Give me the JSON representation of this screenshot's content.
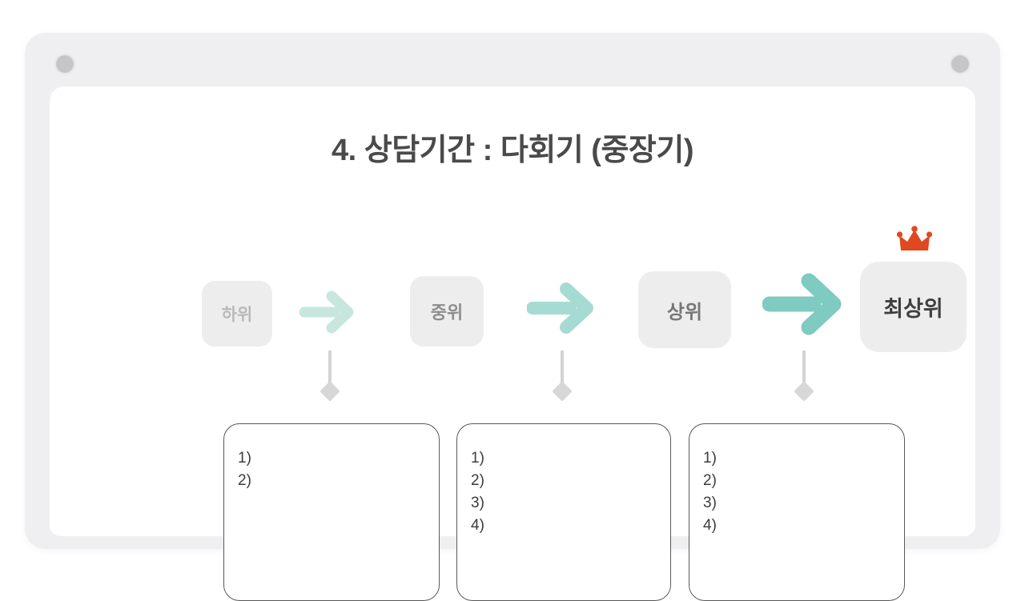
{
  "window": {
    "frame_color": "#efeff1",
    "page_color": "#ffffff",
    "dot_left_name": "frame-dot-left",
    "dot_right_name": "frame-dot-right"
  },
  "slide": {
    "title": "4. 상담기간 : 다회기 (중장기)",
    "title_color": "#4a4a4a"
  },
  "levels": [
    {
      "label": "하위",
      "text_color": "#b9b9b9",
      "box_color": "#ededee",
      "crown": false
    },
    {
      "label": "중위",
      "text_color": "#8d8d8d",
      "box_color": "#ededee",
      "crown": false
    },
    {
      "label": "상위",
      "text_color": "#777777",
      "box_color": "#ededee",
      "crown": false
    },
    {
      "label": "최상위",
      "text_color": "#3f3f3f",
      "box_color": "#ededee",
      "crown": true
    }
  ],
  "arrows": [
    {
      "name": "arrow-1",
      "color": "#c6e6de"
    },
    {
      "name": "arrow-2",
      "color": "#a5dbd2"
    },
    {
      "name": "arrow-3",
      "color": "#7fcac1"
    }
  ],
  "crown_icon": {
    "name": "crown-icon",
    "color": "#e0481f"
  },
  "connectors": [
    {
      "name": "connector-1",
      "line_color": "#d3d3d3",
      "diamond_color": "#d7d7d7"
    },
    {
      "name": "connector-2",
      "line_color": "#d3d3d3",
      "diamond_color": "#d7d7d7"
    },
    {
      "name": "connector-3",
      "line_color": "#d3d3d3",
      "diamond_color": "#d7d7d7"
    }
  ],
  "note_boxes": [
    {
      "name": "note-box-1",
      "border_color": "#585858",
      "lines": [
        "1)",
        "2)"
      ]
    },
    {
      "name": "note-box-2",
      "border_color": "#585858",
      "lines": [
        "1)",
        "2)",
        "3)",
        "4)"
      ]
    },
    {
      "name": "note-box-3",
      "border_color": "#585858",
      "lines": [
        "1)",
        "2)",
        "3)",
        "4)"
      ]
    }
  ]
}
